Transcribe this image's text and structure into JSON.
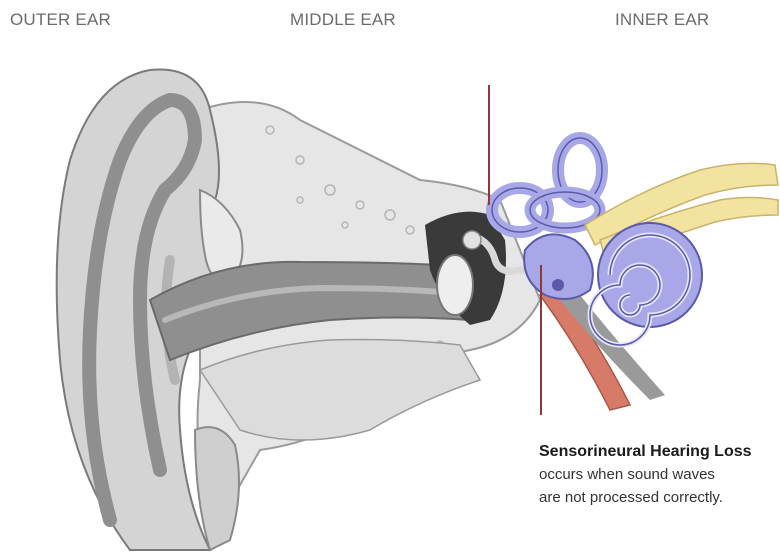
{
  "labels": {
    "outer": "OUTER EAR",
    "middle": "MIDDLE EAR",
    "inner": "INNER EAR"
  },
  "caption": {
    "title": "Sensorineural Hearing Loss",
    "line1": "occurs when sound waves",
    "line2": "are not processed correctly."
  },
  "colors": {
    "skin": "#d4d4d4",
    "skin_dark": "#8f8f8f",
    "bone": "#e6e6e6",
    "cavity": "#3a3a3a",
    "cochlea": "#a8a8e8",
    "cochlea_stroke": "#5a5aa8",
    "nerve": "#f3e3a0",
    "vessel": "#d87a68",
    "divider": "#8b3a3a"
  }
}
